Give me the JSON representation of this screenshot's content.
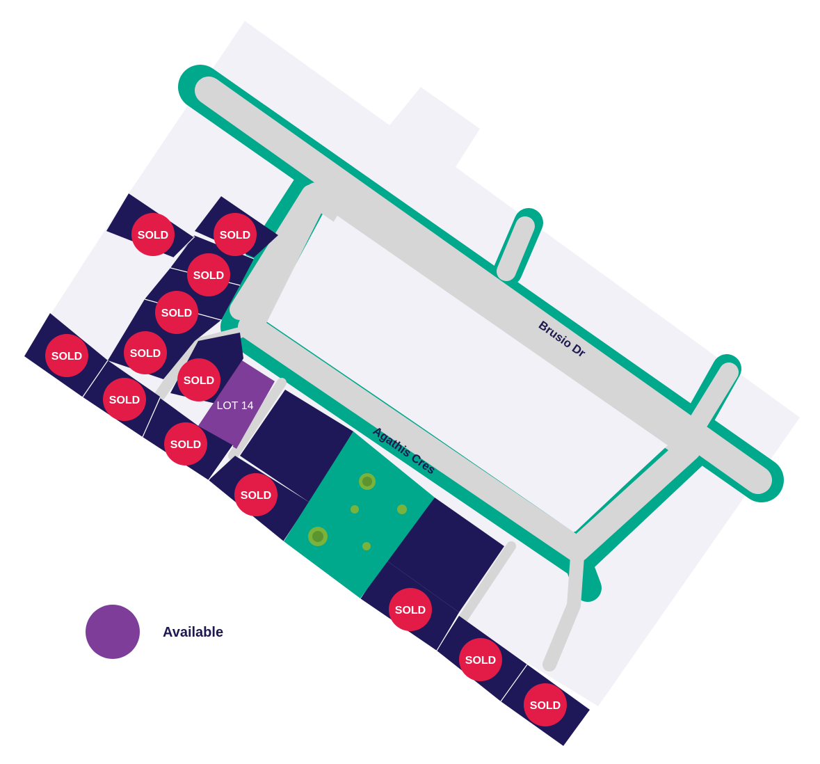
{
  "colors": {
    "land": "#f1f1f7",
    "road": "#d6d6d6",
    "verge": "#00a88c",
    "sold_lot": "#1e1858",
    "available_lot": "#7d3d98",
    "sold_badge": "#e31c47",
    "tree": "#7ab33c"
  },
  "roads": {
    "brusio": "Brusio Dr",
    "agathis": "Agathis Cres"
  },
  "badge_text": "SOLD",
  "lot_14_label": "LOT 14",
  "legend": {
    "available_label": "Available"
  }
}
